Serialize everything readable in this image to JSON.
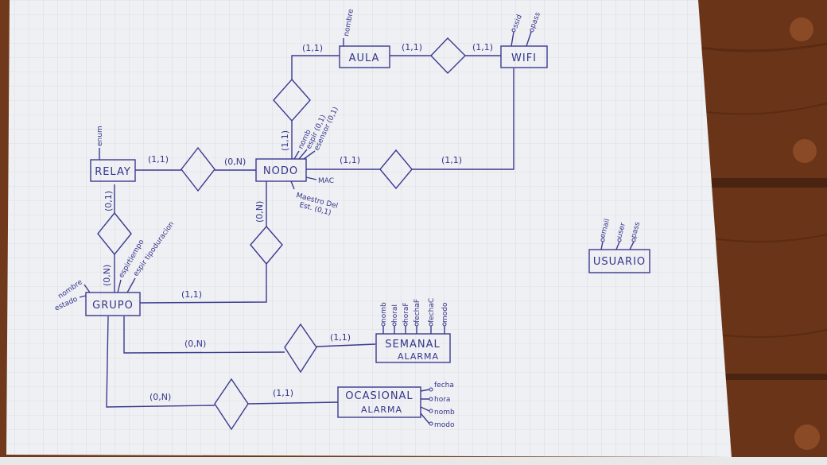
{
  "diagram": {
    "entities": {
      "aula": "AULA",
      "wifi": "WIFI",
      "relay": "RELAY",
      "nodo": "NODO",
      "grupo": "GRUPO",
      "semanal_1": "SEMANAL",
      "semanal_2": "ALARMA",
      "ocasional_1": "OCASIONAL",
      "ocasional_2": "ALARMA",
      "usuario": "USUARIO"
    },
    "cardinalities": {
      "aula_left": "(1,1)",
      "aula_right": "(1,1)",
      "wifi_left": "(1,1)",
      "nodo_top": "(1,1)",
      "relay_right": "(1,1)",
      "nodo_left": "(0,N)",
      "nodo_right": "(1,1)",
      "wifi_bottom": "(1,1)",
      "relay_bottom": "(0,1)",
      "grupo_top": "(0,N)",
      "nodo_bottom": "(0,N)",
      "grupo_right": "(1,1)",
      "semanal_left": "(0,N)",
      "semanal_right": "(1,1)",
      "ocasional_left": "(0,N)",
      "ocasional_right": "(1,1)"
    },
    "attributes": {
      "aula": [
        "nombre"
      ],
      "wifi": [
        "ssid",
        "pass"
      ],
      "relay": [
        "enum"
      ],
      "nodo_top": [
        "nomb",
        "espir (0,1)",
        "esensor (0,1)"
      ],
      "nodo_mac": "MAC",
      "nodo_bottom": [
        "Maestro Del",
        "Est. (0,1)"
      ],
      "grupo": [
        "estado",
        "nombre",
        "espirtiempo",
        "espir tipoduracion"
      ],
      "semanal": [
        "nomb",
        "horaI",
        "horaF",
        "fechaF",
        "fechaC",
        "modo"
      ],
      "ocasional": [
        "fecha",
        "hora",
        "nomb",
        "modo"
      ],
      "usuario": [
        "email",
        "user",
        "pass"
      ]
    }
  }
}
